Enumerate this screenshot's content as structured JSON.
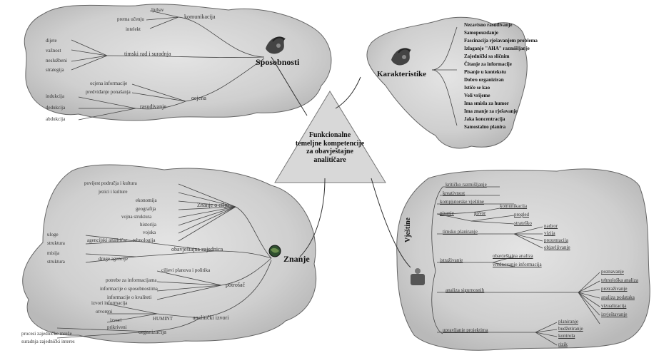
{
  "center": {
    "lines": [
      "Funkcionalne",
      "temeljne kompetencije",
      "za obavještajne",
      "analitičare"
    ]
  },
  "sposobnosti": {
    "title": "Sposobnosti",
    "top_items": [
      "ljubav",
      "prema učenju",
      "intelekt"
    ],
    "top_branch": "komunikacija",
    "left_items": [
      "dijete",
      "važnost",
      "neslužbeni",
      "strategija"
    ],
    "left_branch": "timski rad i suradnja",
    "lower_items": [
      "ocjena informacije",
      "predviđanje ponašanja"
    ],
    "lower_branch": "ocjena",
    "bottom_items": [
      "indukcija",
      "dedukcija",
      "abdukcija"
    ],
    "bottom_branch": "rasuđivanje"
  },
  "karakteristike": {
    "title": "Karakteristike",
    "items": [
      "Nezavisno rasuđivanje",
      "Samopouzdanje",
      "Fascinacija rješavanjem problema",
      "Izlaganje \"AHA\" razmišljanje",
      "Zajednički sa sličnim",
      "Čitanje za informacije",
      "Pisanje u kontekstu",
      "Dobro organiziran",
      "Ističe se kao",
      "Voli vrijeme",
      "Ima smisla za humor",
      "Ima znanje za rješavanje",
      "Jaka koncentracija",
      "Samostalno planira"
    ]
  },
  "znanje": {
    "title": "Znanje",
    "group1_items": [
      "povijest područja i kultura",
      "jezici i kulture",
      "ekonomija",
      "geografija",
      "vojna struktura",
      "historija",
      "vojska",
      "tehnologija"
    ],
    "group1_branch": "Znanje o cilju",
    "left_items": [
      "uloge",
      "struktura",
      "misija",
      "struktura"
    ],
    "mid_items": [
      "agencijski analitičar",
      "druge agencije"
    ],
    "mid_branch": "obavještajna zajednica",
    "policy_items": [
      "ciljevi planova i politika",
      "potrebe za informacijama",
      "informacije o sposobnostima",
      "informacije o kvaliteti"
    ],
    "policy_branch": "potrošač",
    "source_items": [
      "izvori informacija",
      "otvoreni",
      "izvori",
      "prikriveni"
    ],
    "source_small": "HUMINT",
    "source_branch": "analitički izvori",
    "org_items": [
      "procesi zajedničke mreže",
      "suradnja zajednički interes"
    ],
    "org_branch": "organizacija"
  },
  "vjestine": {
    "title": "Vještine",
    "items": [
      "kritičko razmišljanje",
      "kreativnost",
      "kompjutorske vještine",
      "komunikacija",
      "pisanje",
      "govor",
      "pregled",
      "strateško",
      "timsko planiranje",
      "nadzor",
      "vizija",
      "prezentacija",
      "objavljivanje",
      "istraživanje",
      "obavještajna analiza",
      "vrednovanje informacija",
      "analiza sigurnosnih",
      "poznavanje",
      "tehnološka analiza",
      "pretraživanje",
      "analiza podataka",
      "vizualizacija",
      "izvještavanje",
      "upravljanje projektima",
      "planiranje",
      "budžetiranje",
      "kontrola",
      "rizik"
    ]
  }
}
